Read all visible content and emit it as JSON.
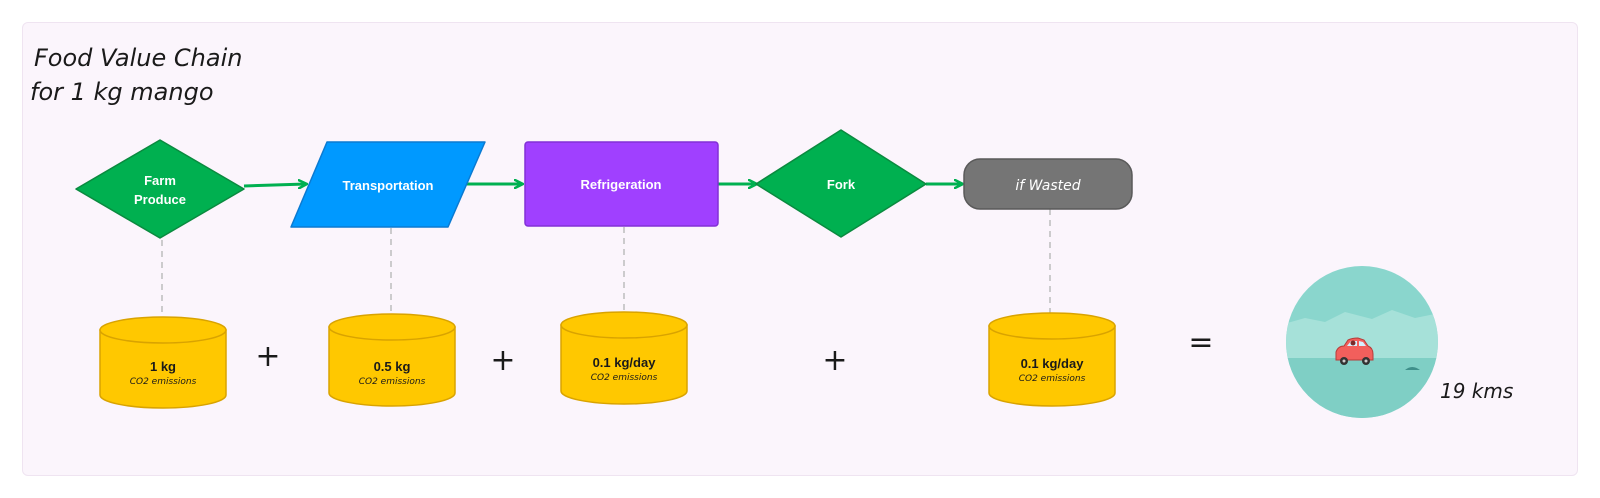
{
  "title": {
    "line1": "Food Value Chain",
    "line2": "for 1 kg mango"
  },
  "nodes": {
    "farm": {
      "line1": "Farm",
      "line2": "Produce"
    },
    "transportation": {
      "label": "Transportation"
    },
    "refrigeration": {
      "label": "Refrigeration"
    },
    "fork": {
      "label": "Fork"
    },
    "wasted": {
      "label": "if Wasted"
    }
  },
  "emissions": [
    {
      "value": "1 kg",
      "unit": "CO2 emissions"
    },
    {
      "value": "0.5 kg",
      "unit": "CO2 emissions"
    },
    {
      "value": "0.1 kg/day",
      "unit": "CO2 emissions"
    },
    {
      "value": "0.1 kg/day",
      "unit": "CO2 emissions"
    }
  ],
  "operators": {
    "plus": "+",
    "equals": "="
  },
  "result": {
    "distance": "19 kms",
    "icon": "car-icon"
  },
  "colors": {
    "green": "#00b050",
    "blue": "#0099ff",
    "purple": "#a040ff",
    "gray": "#757575",
    "cylinder": "#ffc800",
    "teal": "#8ad6cd"
  }
}
